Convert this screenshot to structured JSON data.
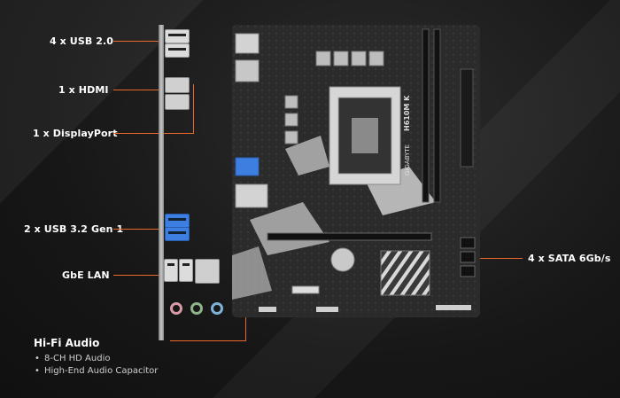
{
  "callouts": {
    "usb20": "4 x USB 2.0",
    "hdmi": "1 x HDMI",
    "displayport": "1 x DisplayPort",
    "usb32": "2 x USB 3.2 Gen 1",
    "lan": "GbE LAN",
    "sata": "4 x SATA 6Gb/s"
  },
  "audio": {
    "title": "Hi-Fi Audio",
    "items": [
      "8-CH HD Audio",
      "High-End Audio Capacitor"
    ]
  },
  "board": {
    "brand": "GIGABYTE",
    "model": "H610M K"
  },
  "colors": {
    "accent": "#e8692a",
    "usb3": "#3d7fe0"
  }
}
